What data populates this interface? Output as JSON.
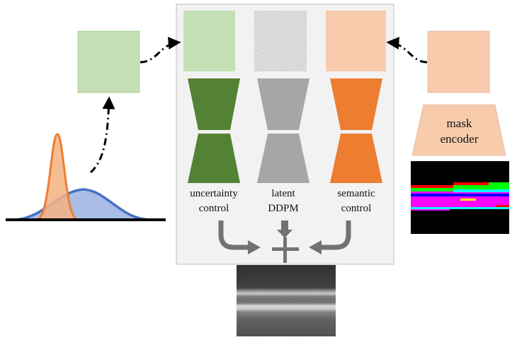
{
  "branches": {
    "uncertainty": {
      "line1": "uncertainty",
      "line2": "control"
    },
    "latent": {
      "line1": "latent",
      "line2": "DDPM"
    },
    "semantic": {
      "line1": "semantic",
      "line2": "control"
    }
  },
  "mask_encoder": {
    "line1": "mask",
    "line2": "encoder"
  },
  "combine_symbol": "+",
  "colors": {
    "panel_bg": "#f2f2f2",
    "green_light": "#c5e0b4",
    "green_dark": "#548235",
    "gray": "#a6a6a6",
    "orange_light": "#f8cbad",
    "orange_dark": "#ed7d31",
    "gauss_blue": "#4472c4",
    "gauss_blue_fill": "#a9bde6",
    "arrow_gray": "#767171"
  },
  "icons": [
    "dash-dot-arrow",
    "curved-arrow",
    "down-arrow",
    "plus-icon",
    "gaussian-curves",
    "noise-image",
    "mask-image",
    "oct-output-image"
  ]
}
